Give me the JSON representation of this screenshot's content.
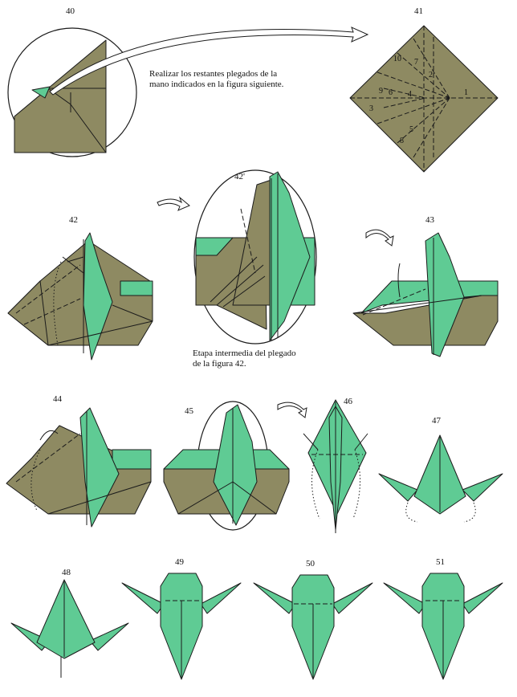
{
  "steps": {
    "s40": "40",
    "s41": "41",
    "s42": "42",
    "s42p": "42'",
    "s43": "43",
    "s44": "44",
    "s45": "45",
    "s46": "46",
    "s47": "47",
    "s48": "48",
    "s49": "49",
    "s50": "50",
    "s51": "51"
  },
  "notes": {
    "n41_line1": "Realizar los restantes plegados de la",
    "n41_line2": "mano indicados en la figura siguiente.",
    "n42_line1": "Etapa intermedia del plegado",
    "n42_line2": "de la figura 42."
  },
  "crease_numbers": [
    "1",
    "2",
    "3",
    "4",
    "5",
    "6",
    "7",
    "8",
    "9",
    "10"
  ],
  "colors": {
    "paper_back": "#8e8a62",
    "paper_front": "#5fcb94",
    "line": "#1b1b1b"
  }
}
